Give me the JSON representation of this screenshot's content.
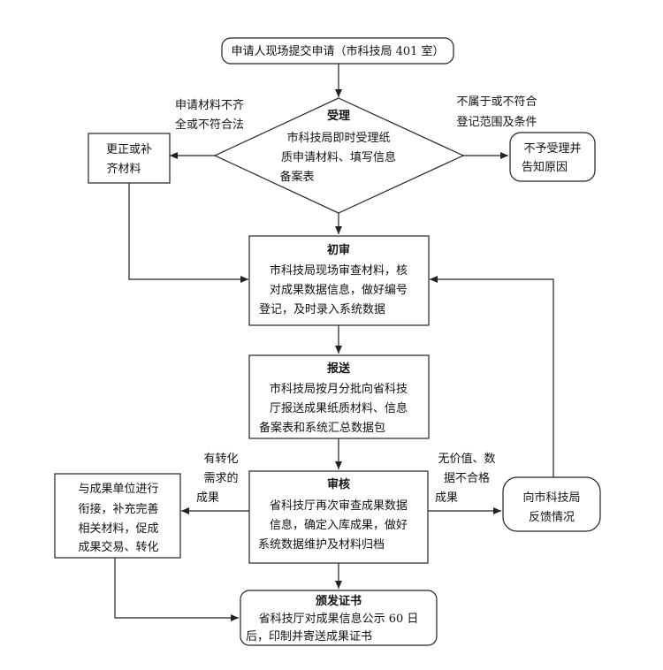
{
  "nodes": {
    "submit": {
      "text": "申请人现场提交申请（市科技局 401 室）"
    },
    "accept": {
      "title": "受理",
      "lines": [
        "市科技局即时受理纸",
        "质申请材料、填写信息",
        "备案表"
      ]
    },
    "correct": {
      "lines": [
        "更正或补",
        "齐材料"
      ]
    },
    "reject": {
      "lines": [
        "不予受理并",
        "告知原因"
      ]
    },
    "prelim": {
      "title": "初审",
      "lines": [
        "市科技局现场审查材料，核",
        "对成果数据信息，做好编号",
        "登记，及时录入系统数据"
      ]
    },
    "report": {
      "title": "报送",
      "lines": [
        "市科技局按月分批向省科技",
        "厅报送成果纸质材料、信息",
        "备案表和系统汇总数据包"
      ]
    },
    "review": {
      "title": "审核",
      "lines": [
        "省科技厅再次审查成果数据",
        "信息，确定入库成果，做好",
        "系统数据维护及材料归档"
      ]
    },
    "connect": {
      "lines": [
        "与成果单位进行",
        "衔接，补充完善",
        "相关材料，促成",
        "成果交易、转化"
      ]
    },
    "feedback": {
      "lines": [
        "向市科技局",
        "反馈情况"
      ]
    },
    "certificate": {
      "title": "颁发证书",
      "lines": [
        "省科技厅对成果信息公示 60 日",
        "后，印制并寄送成果证书"
      ]
    }
  },
  "edge_labels": {
    "incomplete": [
      "申请材料不齐",
      "全或不符合法"
    ],
    "not_eligible": [
      "不属于或不符合",
      "登记范围及条件"
    ],
    "transform_need": [
      "有转化",
      "需求的",
      "成果"
    ],
    "unqualified": [
      "无价值、数",
      "据不合格",
      "成果"
    ]
  }
}
